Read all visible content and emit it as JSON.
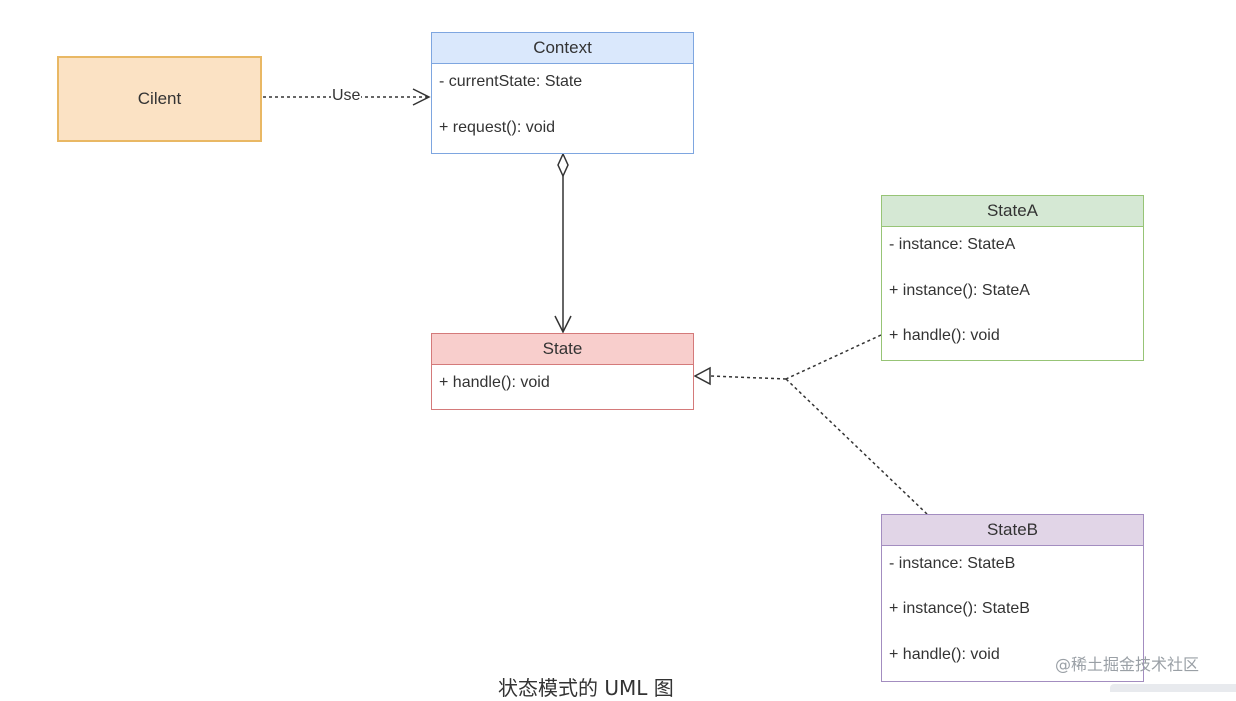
{
  "client": {
    "label": "Cilent"
  },
  "use_edge": {
    "label": "Use"
  },
  "context": {
    "name": "Context",
    "fields": [
      "- currentState: State"
    ],
    "methods": [
      "+ request(): void"
    ]
  },
  "state": {
    "name": "State",
    "methods": [
      "+ handle(): void"
    ]
  },
  "stateA": {
    "name": "StateA",
    "fields": [
      "- instance: StateA"
    ],
    "methods": [
      "+ instance(): StateA",
      "+ handle(): void"
    ]
  },
  "stateB": {
    "name": "StateB",
    "fields": [
      "- instance: StateB"
    ],
    "methods": [
      "+ instance(): StateB",
      "+ handle(): void"
    ]
  },
  "caption": "状态模式的 UML 图",
  "watermark": "@稀土掘金技术社区",
  "colors": {
    "client_fill": "#fbe2c4",
    "client_stroke": "#e9b864",
    "context_fill": "#dae8fc",
    "context_stroke": "#7ea6e0",
    "state_fill": "#f8cecc",
    "state_stroke": "#d47a7a",
    "stateA_fill": "#d5e8d4",
    "stateA_stroke": "#97c476",
    "stateB_fill": "#e1d5e7",
    "stateB_stroke": "#a38dc0"
  }
}
